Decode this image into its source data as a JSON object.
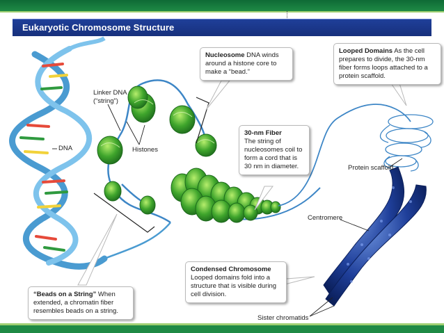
{
  "title": "Eukaryotic Chromosome Structure",
  "labels": {
    "dna": "DNA",
    "linker_dna_line1": "Linker DNA",
    "linker_dna_line2": "(“string”)",
    "histones": "Histones",
    "protein_scaffold": "Protein scaffold",
    "centromere": "Centromere",
    "sister_chromatids": "Sister chromatids"
  },
  "callouts": {
    "nucleosome": {
      "heading": "Nucleosome",
      "body": "DNA winds around a histone core to make a “bead.”"
    },
    "fiber": {
      "heading": "30-nm Fiber",
      "body": "The string of nucleosomes coil to form a cord that is 30 nm in diameter."
    },
    "looped": {
      "heading": "Looped Domains",
      "body": "As the cell prepares to divide, the 30-nm fiber forms loops attached to a protein scaffold."
    },
    "condensed": {
      "heading": "Condensed Chromosome",
      "body": "Looped domains fold into a structure that is visible during cell division."
    },
    "beads": {
      "heading": "“Beads on a String”",
      "body": "When extended, a chromatin fiber resembles beads on a string."
    }
  },
  "colors": {
    "header_band": "#1f8a45",
    "title_bar": "#1f3f99",
    "dna_backbone": "#5aa6d6",
    "nucleosome_green": "#3aa12a",
    "chromosome_blue": "#1d3f9a"
  }
}
